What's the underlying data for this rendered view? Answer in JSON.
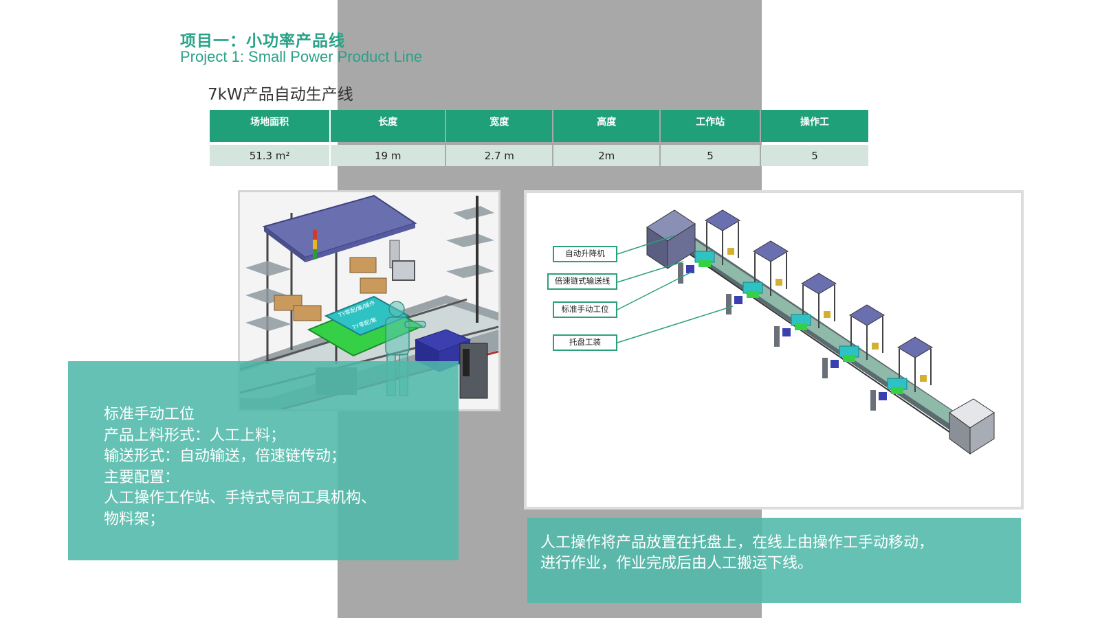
{
  "header": {
    "title_cn": "项目一：小功率产品线",
    "title_en": "Project 1: Small Power Product Line",
    "subtitle": "7kW产品自动生产线"
  },
  "spec_table": {
    "headers": [
      "场地面积",
      "长度",
      "宽度",
      "高度",
      "工作站",
      "操作工"
    ],
    "values": [
      "51.3 m²",
      "19 m",
      "2.7 m",
      "2m",
      "5",
      "5"
    ]
  },
  "diagram": {
    "callouts": [
      "自动升降机",
      "倍速链式输送线",
      "标准手动工位",
      "托盘工装"
    ],
    "tray_marks": [
      "TY零配/集/操作",
      "TY零配/集"
    ]
  },
  "left_description": {
    "lines": [
      "标准手动工位",
      "产品上料形式：人工上料；",
      "输送形式：自动输送，倍速链传动；",
      "主要配置：",
      "人工操作工作站、手持式导向工具机构、",
      "物料架；"
    ]
  },
  "right_description": {
    "lines": [
      "人工操作将产品放置在托盘上，在线上由操作工手动移动，",
      "进行作业，作业完成后由人工搬运下线。"
    ]
  },
  "colors": {
    "accent_green": "#20a078",
    "title_green": "#29a287",
    "panel_teal": "#4eb8a8",
    "table_value_bg": "#d4e5de",
    "band_gray": "#a8a8a8"
  }
}
